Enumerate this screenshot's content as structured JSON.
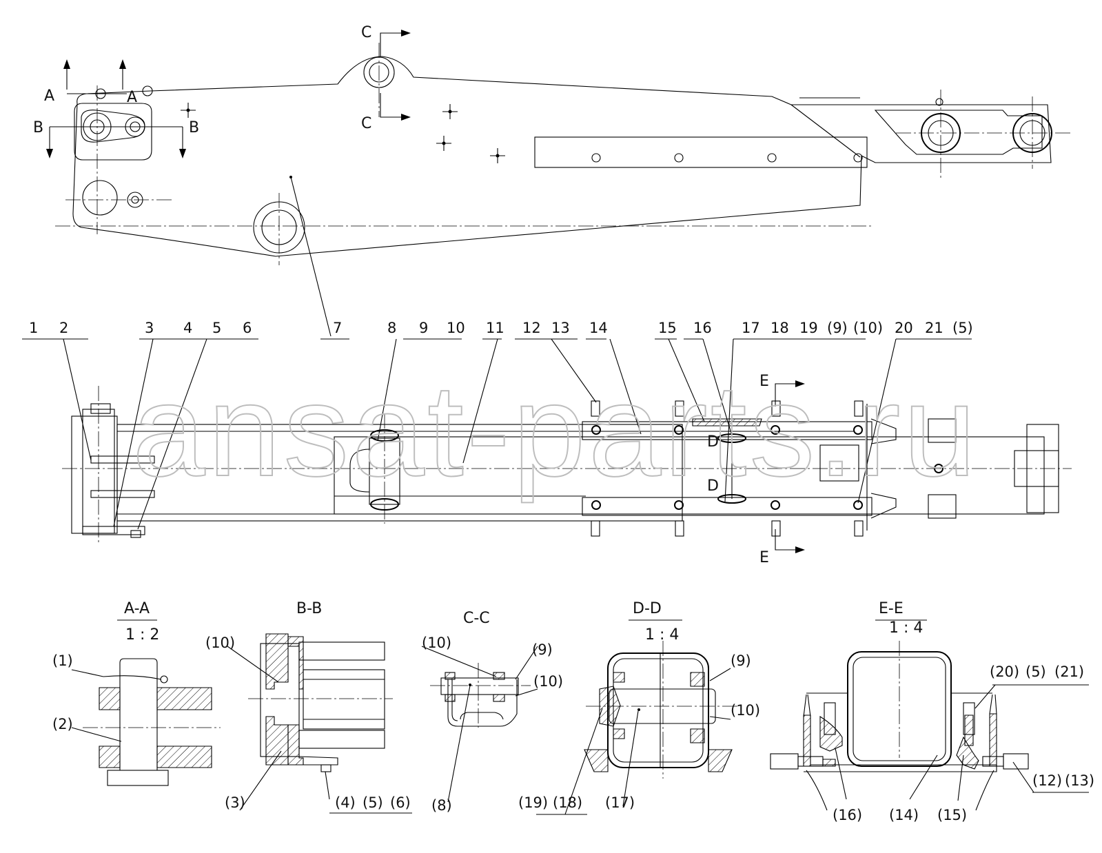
{
  "watermark": "ansat-parts.ru",
  "section_markers": {
    "a": "A",
    "b": "B",
    "c": "C",
    "d": "D",
    "e": "E"
  },
  "part_callouts": [
    "1",
    "2",
    "3",
    "4",
    "5",
    "6",
    "7",
    "8",
    "9",
    "10",
    "11",
    "12",
    "13",
    "14",
    "15",
    "16",
    "17",
    "18",
    "19",
    "(9)",
    "(10)",
    "20",
    "21",
    "(5)"
  ],
  "sections": [
    {
      "title": "A-A",
      "scale": "1 : 2",
      "labels": [
        "(1)",
        "(2)"
      ]
    },
    {
      "title": "B-B",
      "scale": "",
      "labels": [
        "(10)",
        "(3)",
        "(4)",
        "(5)",
        "(6)"
      ]
    },
    {
      "title": "C-C",
      "scale": "",
      "labels": [
        "(10)",
        "(9)",
        "(10)",
        "(8)"
      ]
    },
    {
      "title": "D-D",
      "scale": "1 : 4",
      "labels": [
        "(9)",
        "(10)",
        "(19)",
        "(18)",
        "(17)"
      ]
    },
    {
      "title": "E-E",
      "scale": "1 : 4",
      "labels": [
        "(20)",
        "(5)",
        "(21)",
        "(12)",
        "(13)",
        "(16)",
        "(14)",
        "(15)"
      ]
    }
  ]
}
